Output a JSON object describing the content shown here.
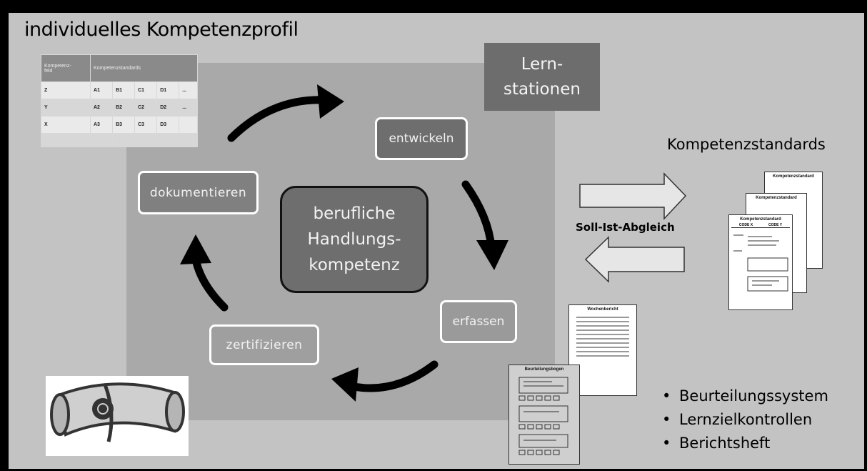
{
  "title": "individuelles Kompetenzprofil",
  "center": "berufliche\nHandlungs-\nkompetenz",
  "cycle": {
    "entwickeln": "entwickeln",
    "erfassen": "erfassen",
    "zertifizieren": "zertifizieren",
    "dokumentieren": "dokumentieren"
  },
  "lernstationen": "Lern-\nstationen",
  "kompetenzstandards_label": "Kompetenzstandards",
  "abgleich": "Soll-Ist-Abgleich",
  "bullets": [
    "Beurteilungssystem",
    "Lernzielkontrollen",
    "Berichtsheft"
  ],
  "table": {
    "header": [
      "Kompetenz-\nfeld",
      "Kompetenzstandards"
    ],
    "rows": [
      [
        "Z",
        "A1",
        "B1",
        "C1",
        "D1",
        "..."
      ],
      [
        "Y",
        "A2",
        "B2",
        "C2",
        "D2",
        "..."
      ],
      [
        "X",
        "A3",
        "B3",
        "C3",
        "D3",
        ""
      ],
      [
        "",
        "",
        "",
        "",
        "",
        ""
      ]
    ]
  },
  "documents": {
    "standard_title": "Kompetenzstandard",
    "col_x": "CODE X",
    "col_y": "CODE Y",
    "wochenbericht": "Wochenbericht",
    "beurteilungsbogen": "Beurteilungsbogen"
  }
}
